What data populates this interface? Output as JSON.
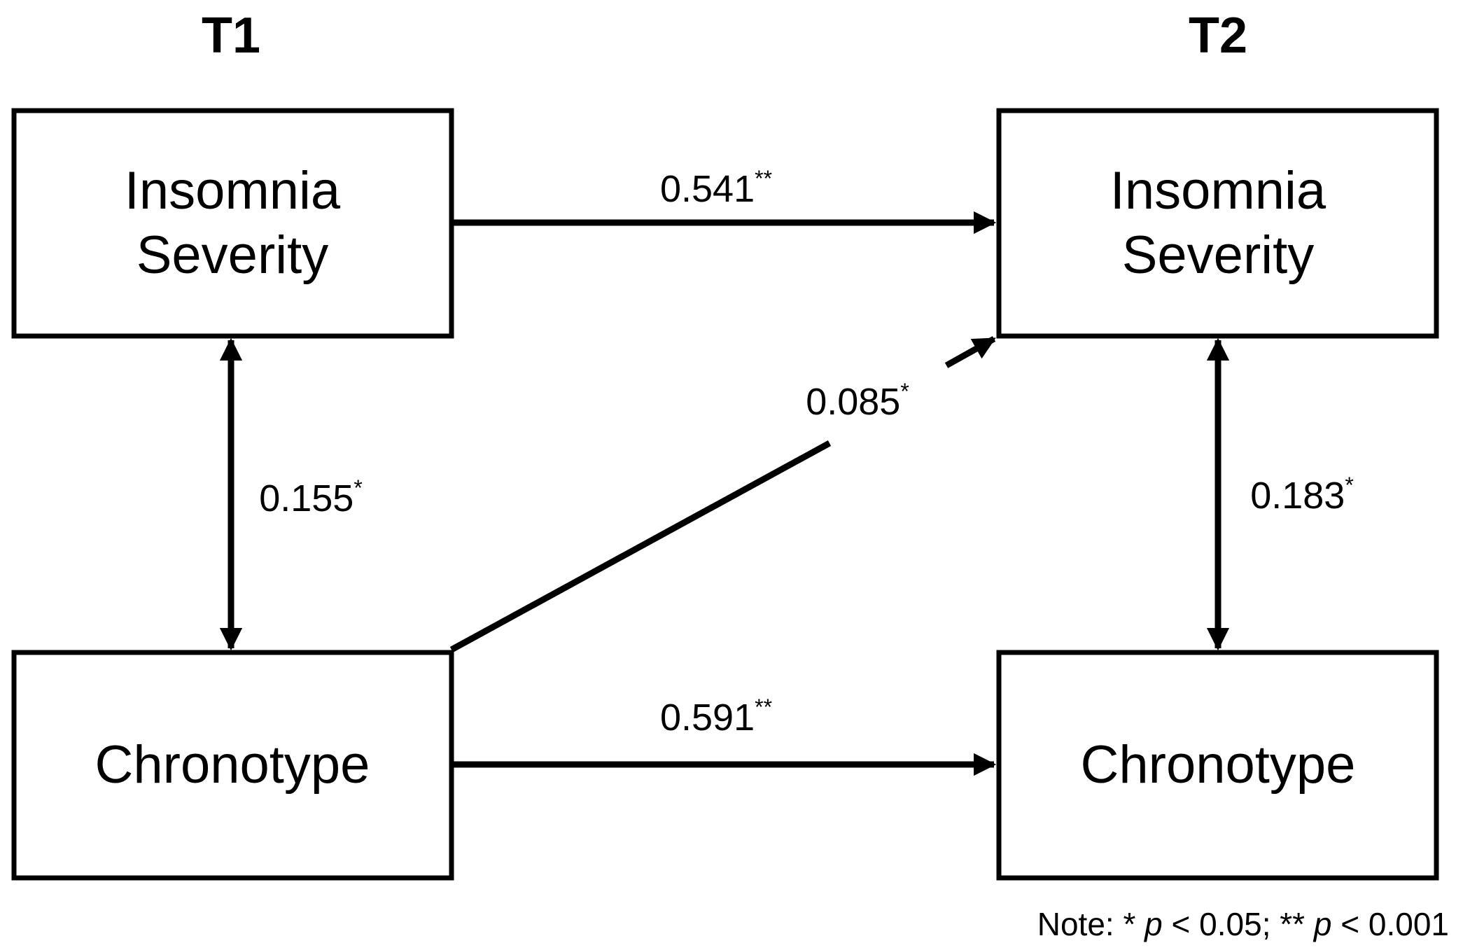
{
  "time_points": {
    "t1": "T1",
    "t2": "T2"
  },
  "nodes": {
    "t1_insomnia": {
      "line1": "Insomnia",
      "line2": "Severity"
    },
    "t2_insomnia": {
      "line1": "Insomnia",
      "line2": "Severity"
    },
    "t1_chronotype": {
      "line1": "Chronotype"
    },
    "t2_chronotype": {
      "line1": "Chronotype"
    }
  },
  "paths": {
    "insomnia_stability": {
      "value": "0.541",
      "sig": "**"
    },
    "chronotype_stability": {
      "value": "0.591",
      "sig": "**"
    },
    "cross_lagged": {
      "value": "0.085",
      "sig": "*"
    },
    "t1_correlation": {
      "value": "0.155",
      "sig": "*"
    },
    "t2_correlation": {
      "value": "0.183",
      "sig": "*"
    }
  },
  "note": {
    "prefix": "Note: * ",
    "p1": "p",
    "thresh1": " < 0.05; ** ",
    "p2": "p",
    "thresh2": " < 0.001"
  }
}
